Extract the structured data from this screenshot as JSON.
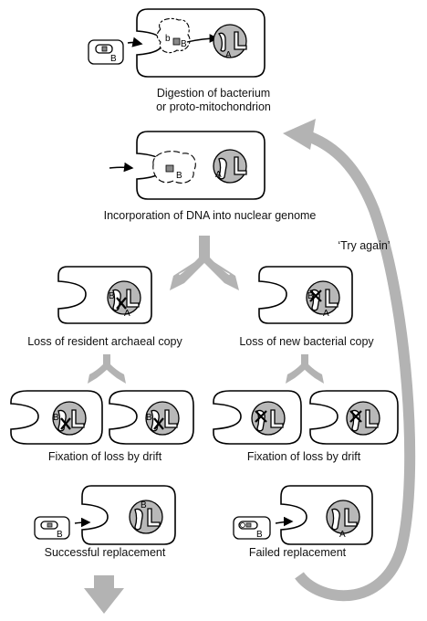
{
  "labels": {
    "gene_a": "A",
    "gene_b": "B"
  },
  "captions": {
    "step1_line1": "Digestion of bacterium",
    "step1_line2": "or proto-mitochondrion",
    "step2": "Incorporation of DNA into nuclear genome",
    "loss_left": "Loss of resident archaeal copy",
    "loss_right": "Loss of new bacterial copy",
    "fix_left": "Fixation of loss by drift",
    "fix_right": "Fixation of loss by drift",
    "outcome_left": "Successful replacement",
    "outcome_right": "Failed replacement",
    "try_again": "‘Try again’"
  },
  "colors": {
    "nucleus": "#b8b8b8",
    "flow_arrow": "#b3b3b3"
  }
}
